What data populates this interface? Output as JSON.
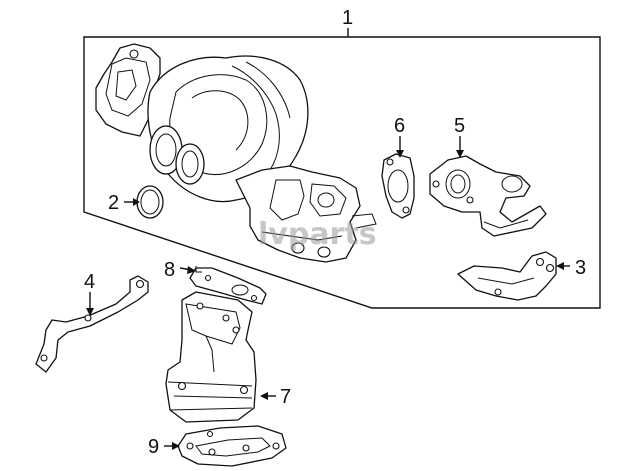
{
  "callouts": [
    {
      "id": "1",
      "text": "1"
    },
    {
      "id": "2",
      "text": "2"
    },
    {
      "id": "3",
      "text": "3"
    },
    {
      "id": "4",
      "text": "4"
    },
    {
      "id": "5",
      "text": "5"
    },
    {
      "id": "6",
      "text": "6"
    },
    {
      "id": "7",
      "text": "7"
    },
    {
      "id": "8",
      "text": "8"
    },
    {
      "id": "9",
      "text": "9"
    }
  ],
  "watermark": "lvparts",
  "colors": {
    "line": "#111111",
    "background": "#ffffff",
    "watermark": "#9a9a9a"
  }
}
